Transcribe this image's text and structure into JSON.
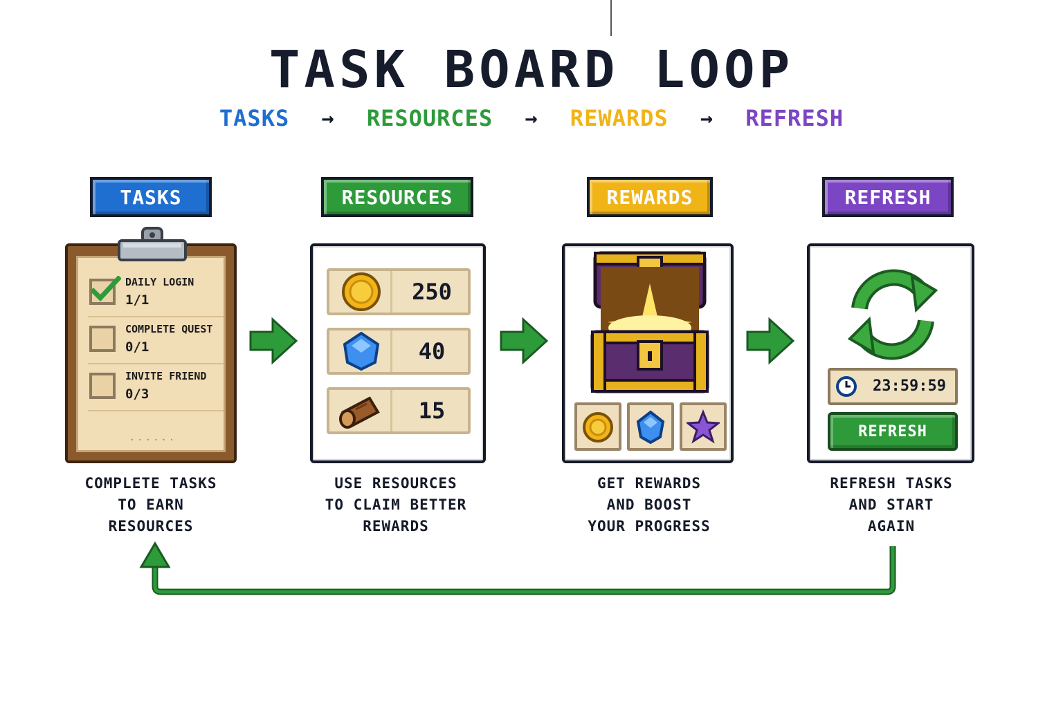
{
  "title": "TASK BOARD LOOP",
  "flow": {
    "steps": [
      "TASKS",
      "RESOURCES",
      "REWARDS",
      "REFRESH"
    ],
    "arrow_glyph": "→",
    "colors": [
      "#1f6fd1",
      "#2e9b3b",
      "#f0b417",
      "#7b45c4"
    ]
  },
  "stages": {
    "tasks": {
      "tag": "TASKS",
      "tag_color": "#1f6fd1",
      "items": [
        {
          "name": "DAILY LOGIN",
          "progress": "1/1",
          "completed": true
        },
        {
          "name": "COMPLETE QUEST",
          "progress": "0/1",
          "completed": false
        },
        {
          "name": "INVITE FRIEND",
          "progress": "0/3",
          "completed": false
        }
      ],
      "more": "......",
      "caption": [
        "COMPLETE TASKS",
        "TO EARN",
        "RESOURCES"
      ]
    },
    "resources": {
      "tag": "RESOURCES",
      "tag_color": "#2e9b3b",
      "items": [
        {
          "icon": "coin-icon",
          "value": "250"
        },
        {
          "icon": "gem-icon",
          "value": "40"
        },
        {
          "icon": "wood-log-icon",
          "value": "15"
        }
      ],
      "caption": [
        "USE RESOURCES",
        "TO CLAIM BETTER",
        "REWARDS"
      ]
    },
    "rewards": {
      "tag": "REWARDS",
      "tag_color": "#f0b417",
      "chest_icon": "treasure-chest-icon",
      "slots": [
        "coin-icon",
        "gem-icon",
        "star-icon"
      ],
      "caption": [
        "GET REWARDS",
        "AND BOOST",
        "YOUR PROGRESS"
      ]
    },
    "refresh": {
      "tag": "REFRESH",
      "tag_color": "#7b45c4",
      "cycle_icon": "refresh-cycle-icon",
      "timer": "23:59:59",
      "button": "REFRESH",
      "caption": [
        "REFRESH TASKS",
        "AND START",
        "AGAIN"
      ]
    }
  },
  "arrow_color": "#2e9b3b"
}
